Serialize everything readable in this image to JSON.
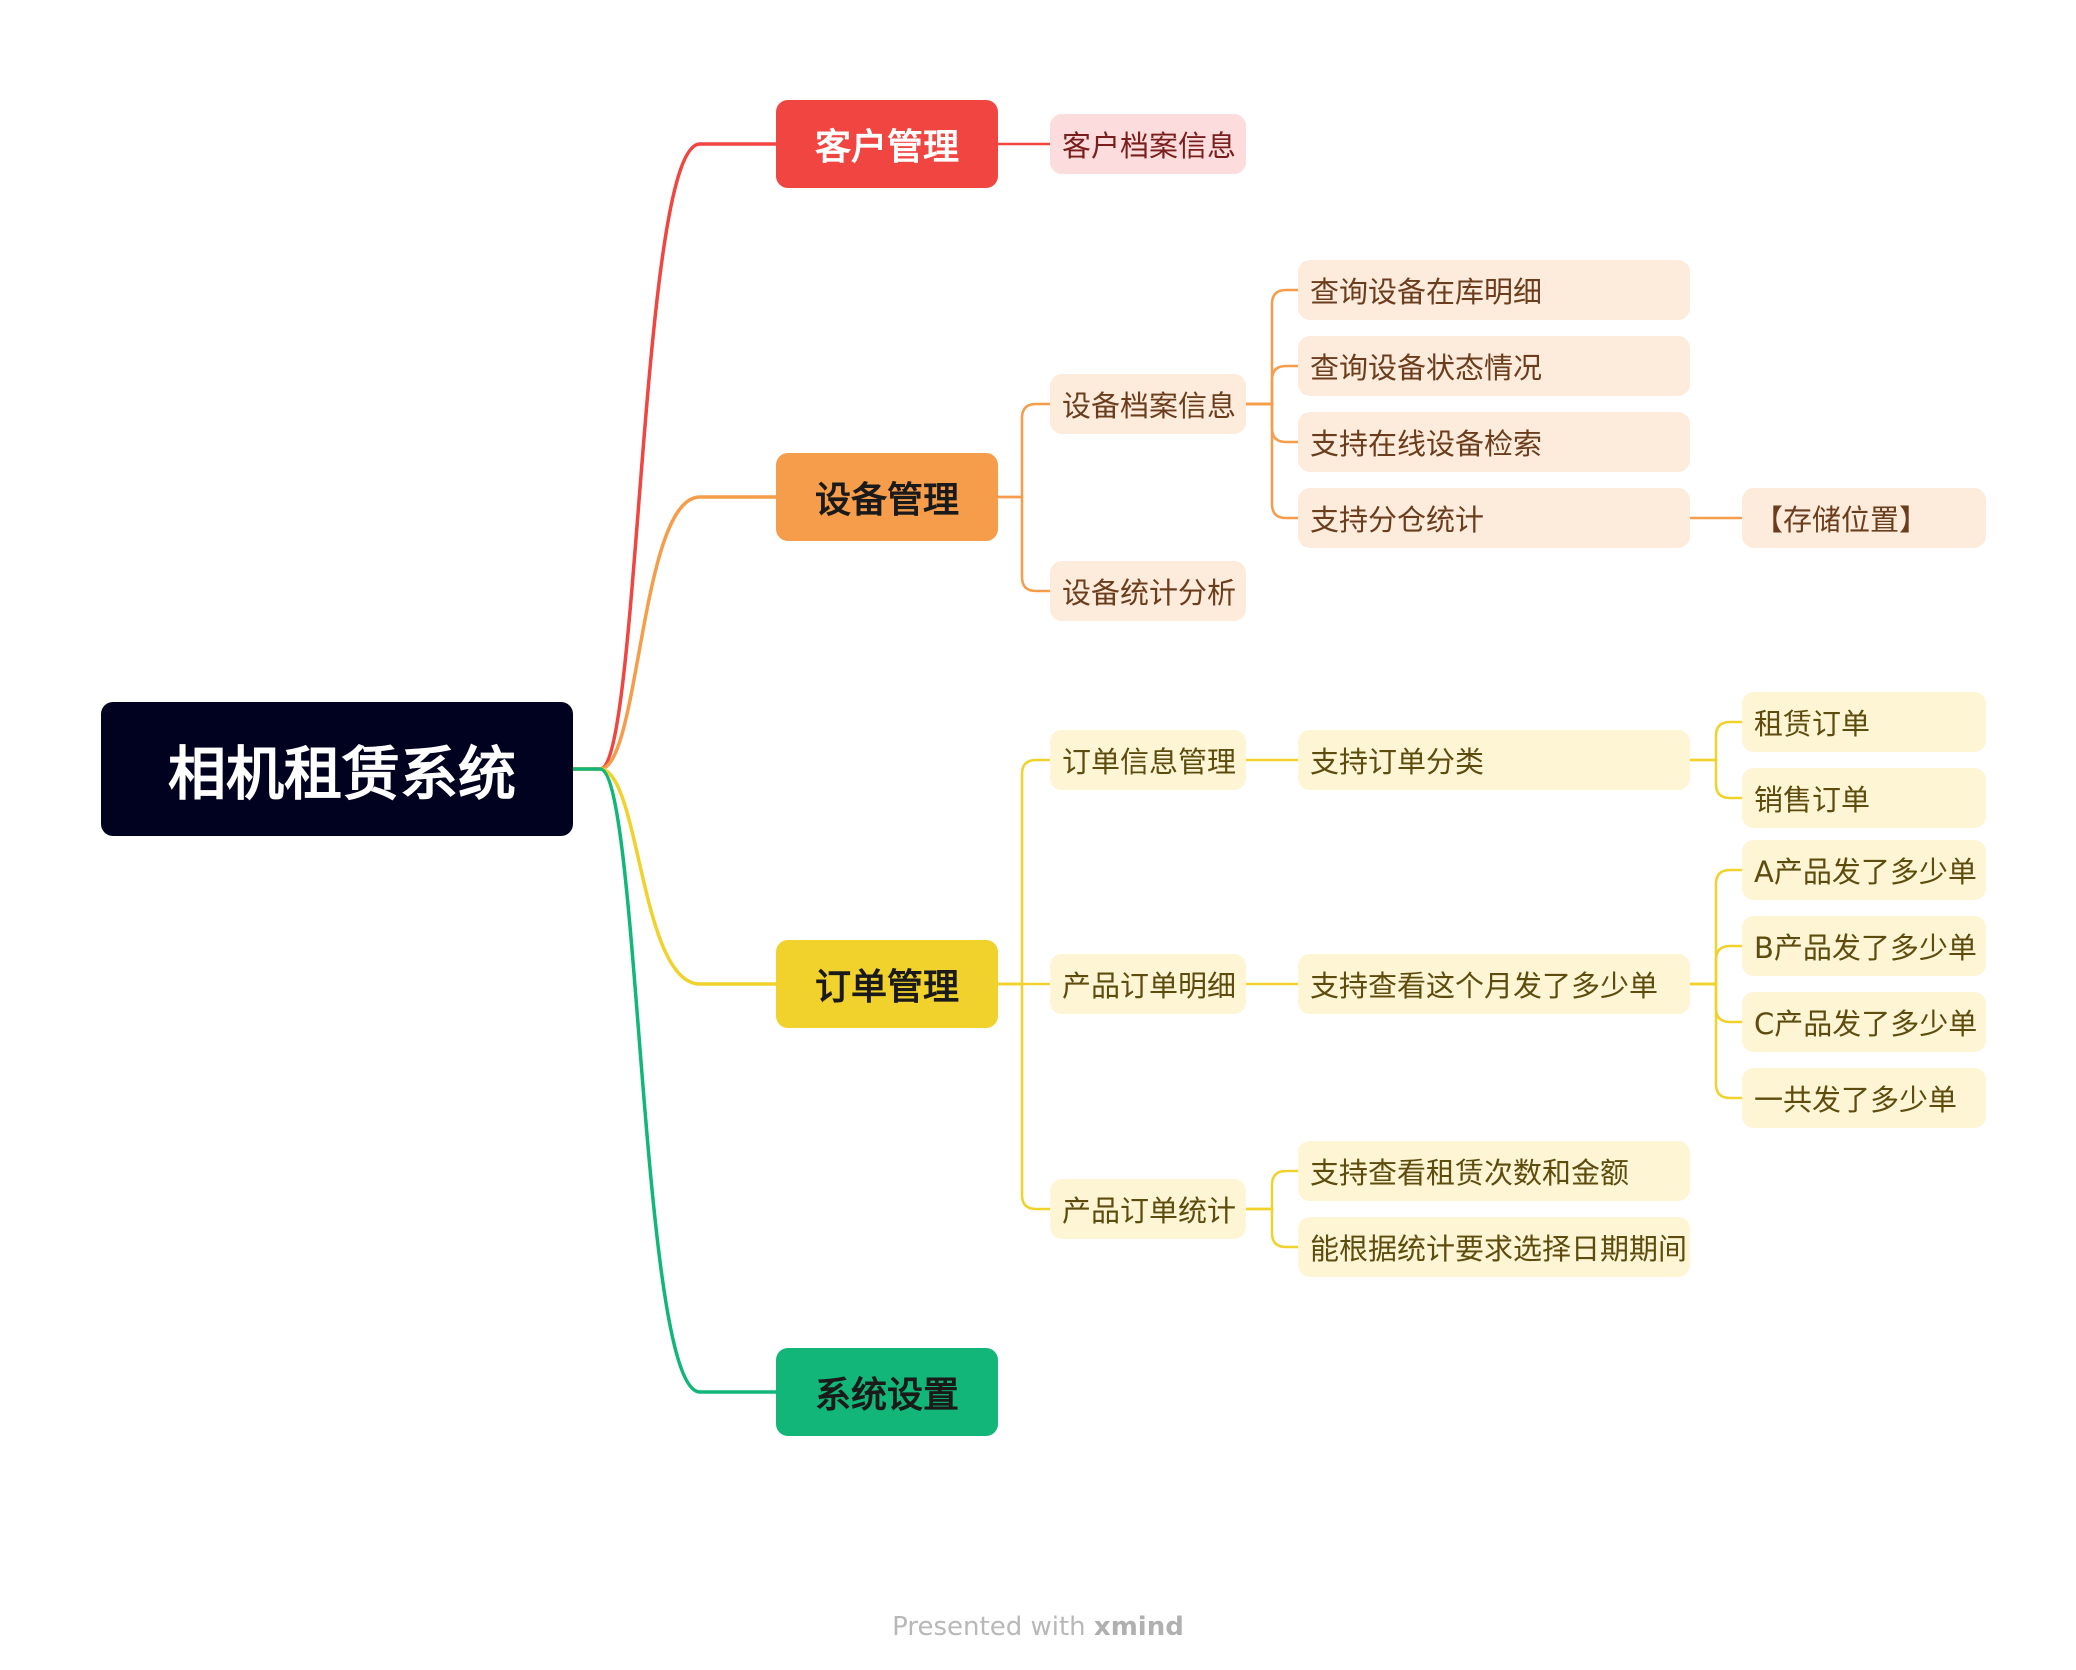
{
  "root": {
    "label": "相机租赁系统"
  },
  "colors": {
    "root_bg": "#01021f",
    "customer": "#f04540",
    "device": "#f59d4a",
    "order": "#f1d12b",
    "settings": "#12b679",
    "customer_fill": "#fcdcdc",
    "device_fill": "#fdebdc",
    "order_fill": "#fdf5d4"
  },
  "branches": [
    {
      "label": "客户管理",
      "children": [
        {
          "label": "客户档案信息",
          "children": []
        }
      ]
    },
    {
      "label": "设备管理",
      "children": [
        {
          "label": "设备档案信息",
          "children": [
            {
              "label": "查询设备在库明细",
              "children": []
            },
            {
              "label": "查询设备状态情况",
              "children": []
            },
            {
              "label": "支持在线设备检索",
              "children": []
            },
            {
              "label": "支持分仓统计",
              "children": [
                {
                  "label": "【存储位置】"
                }
              ]
            }
          ]
        },
        {
          "label": "设备统计分析",
          "children": []
        }
      ]
    },
    {
      "label": "订单管理",
      "children": [
        {
          "label": "订单信息管理",
          "children": [
            {
              "label": "支持订单分类",
              "children": [
                {
                  "label": "租赁订单"
                },
                {
                  "label": "销售订单"
                }
              ]
            }
          ]
        },
        {
          "label": "产品订单明细",
          "children": [
            {
              "label": "支持查看这个月发了多少单",
              "children": [
                {
                  "label": "A产品发了多少单"
                },
                {
                  "label": "B产品发了多少单"
                },
                {
                  "label": "C产品发了多少单"
                },
                {
                  "label": "一共发了多少单"
                }
              ]
            }
          ]
        },
        {
          "label": "产品订单统计",
          "children": [
            {
              "label": "支持查看租赁次数和金额",
              "children": []
            },
            {
              "label": "能根据统计要求选择日期期间",
              "children": []
            }
          ]
        }
      ]
    },
    {
      "label": "系统设置",
      "children": []
    }
  ],
  "footer": {
    "prefix": "Presented with ",
    "brand": "xmind"
  }
}
